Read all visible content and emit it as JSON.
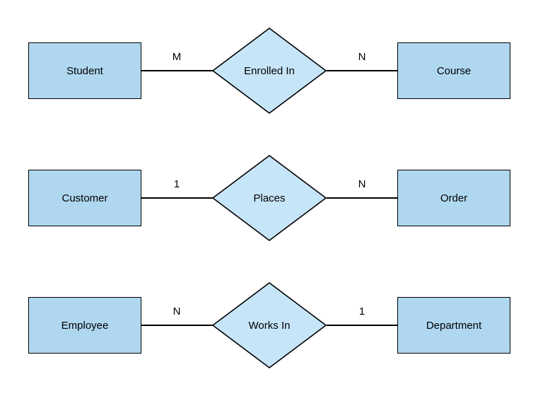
{
  "diagram": {
    "type": "entity-relationship",
    "colors": {
      "entity_fill": "#AFD7F0",
      "relationship_fill": "#C7E5F8",
      "stroke": "#000000",
      "text": "#000000",
      "background": "#FFFFFF"
    },
    "rows": [
      {
        "left_entity": "Student",
        "left_cardinality": "M",
        "relationship": "Enrolled In",
        "right_cardinality": "N",
        "right_entity": "Course"
      },
      {
        "left_entity": "Customer",
        "left_cardinality": "1",
        "relationship": "Places",
        "right_cardinality": "N",
        "right_entity": "Order"
      },
      {
        "left_entity": "Employee",
        "left_cardinality": "N",
        "relationship": "Works In",
        "right_cardinality": "1",
        "right_entity": "Department"
      }
    ]
  }
}
